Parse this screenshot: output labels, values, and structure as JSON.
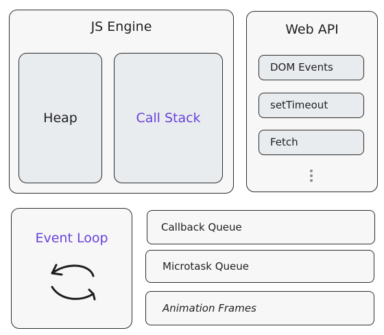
{
  "js_engine": {
    "title": "JS Engine",
    "heap_label": "Heap",
    "call_stack_label": "Call Stack"
  },
  "web_api": {
    "title": "Web API",
    "items": [
      "DOM Events",
      "setTimeout",
      "Fetch"
    ],
    "more_icon": "vertical-ellipsis-icon"
  },
  "event_loop": {
    "title": "Event Loop",
    "icon": "cycle-arrows-icon"
  },
  "queues": [
    "Callback Queue",
    "Microtask Queue",
    "Animation Frames"
  ],
  "colors": {
    "accent": "#6741d9",
    "stroke": "#2b2b2b",
    "container_fill": "#f7f7f8",
    "inner_fill": "#e9ecef"
  }
}
